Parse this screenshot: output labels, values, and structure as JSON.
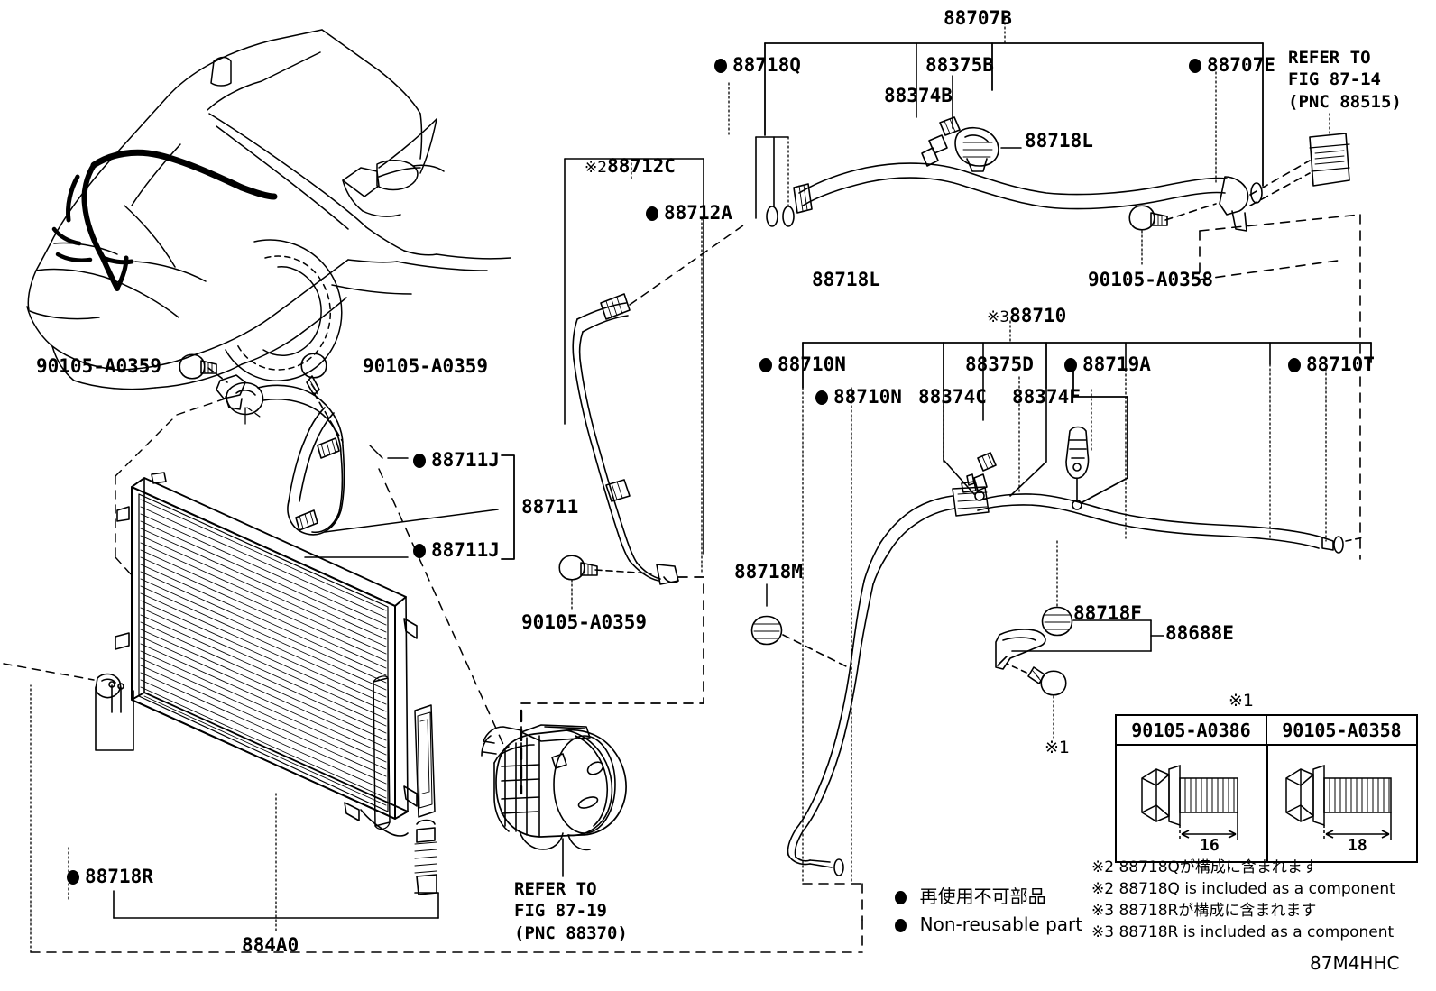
{
  "diagram": {
    "figure_code": "87M4HHC",
    "vehicle_illustration": "front-three-quarter-sedan-outline"
  },
  "labels": {
    "p88707B": "88707B",
    "p88718Q": "88718Q",
    "p88375B": "88375B",
    "p88374B": "88374B",
    "p88718L_top": "88718L",
    "p88707E": "88707E",
    "p88718L_mid": "88718L",
    "p90105A0358_top": "90105-A0358",
    "p88712C": "88712C",
    "p88712C_star": "※2",
    "p88712A": "88712A",
    "p88710": "88710",
    "p88710_star": "※3",
    "p88710N_a": "88710N",
    "p88710N_b": "88710N",
    "p88375D": "88375D",
    "p88374C": "88374C",
    "p88374F": "88374F",
    "p88719A": "88719A",
    "p88710T": "88710T",
    "p90105A0359_l": "90105-A0359",
    "p90105A0359_r": "90105-A0359",
    "p90105A0359_b": "90105-A0359",
    "p88711J_top": "88711J",
    "p88711J_bot": "88711J",
    "p88711": "88711",
    "p88718M": "88718M",
    "p88718F": "88718F",
    "p88688E": "88688E",
    "p88718R": "88718R",
    "p884A0": "884A0",
    "star1_bolt": "※1",
    "star1_table": "※1"
  },
  "refer_blocks": [
    {
      "line1": "REFER TO",
      "line2": "FIG 87-14",
      "line3": "(PNC 88515)"
    },
    {
      "line1": "REFER TO",
      "line2": "FIG 87-19",
      "line3": "(PNC 88370)"
    }
  ],
  "bolt_table": {
    "marker": "※1",
    "columns": [
      {
        "part_number": "90105-A0386",
        "length": "16"
      },
      {
        "part_number": "90105-A0358",
        "length": "18"
      }
    ]
  },
  "legend": {
    "jp": "再使用不可部品",
    "en": "Non-reusable part"
  },
  "notes": [
    "※2 88718Qが構成に含まれます",
    "※2 88718Q is included as a component",
    "※3 88718Rが構成に含まれます",
    "※3 88718R is included as a component"
  ]
}
